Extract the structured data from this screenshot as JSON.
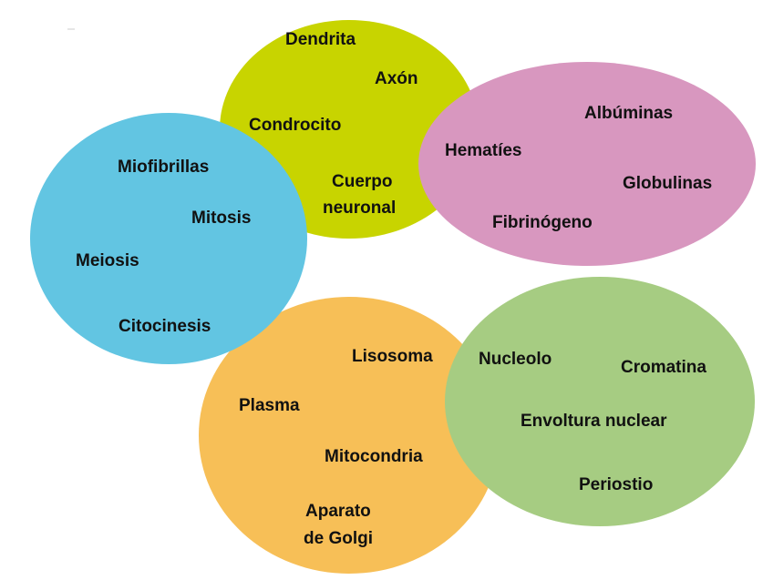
{
  "groups": [
    {
      "name": "neurona-cartilago",
      "color": "#c8d400",
      "items": [
        "Dendrita",
        "Axón",
        "Condrocito",
        "Cuerpo",
        "neuronal"
      ]
    },
    {
      "name": "sangre",
      "color": "#d897bf",
      "items": [
        "Albúminas",
        "Hematíes",
        "Globulinas",
        "Fibrinógeno"
      ]
    },
    {
      "name": "division-celular",
      "color": "#62c5e2",
      "items": [
        "Miofibrillas",
        "Mitosis",
        "Meiosis",
        "Citocinesis"
      ]
    },
    {
      "name": "organulos",
      "color": "#f7bf57",
      "items": [
        "Lisosoma",
        "Plasma",
        "Mitocondria",
        "Aparato",
        "de Golgi"
      ]
    },
    {
      "name": "nucleo",
      "color": "#a6cc82",
      "items": [
        "Nucleolo",
        "Cromatina",
        "Envoltura nuclear",
        "Periostio"
      ]
    }
  ]
}
